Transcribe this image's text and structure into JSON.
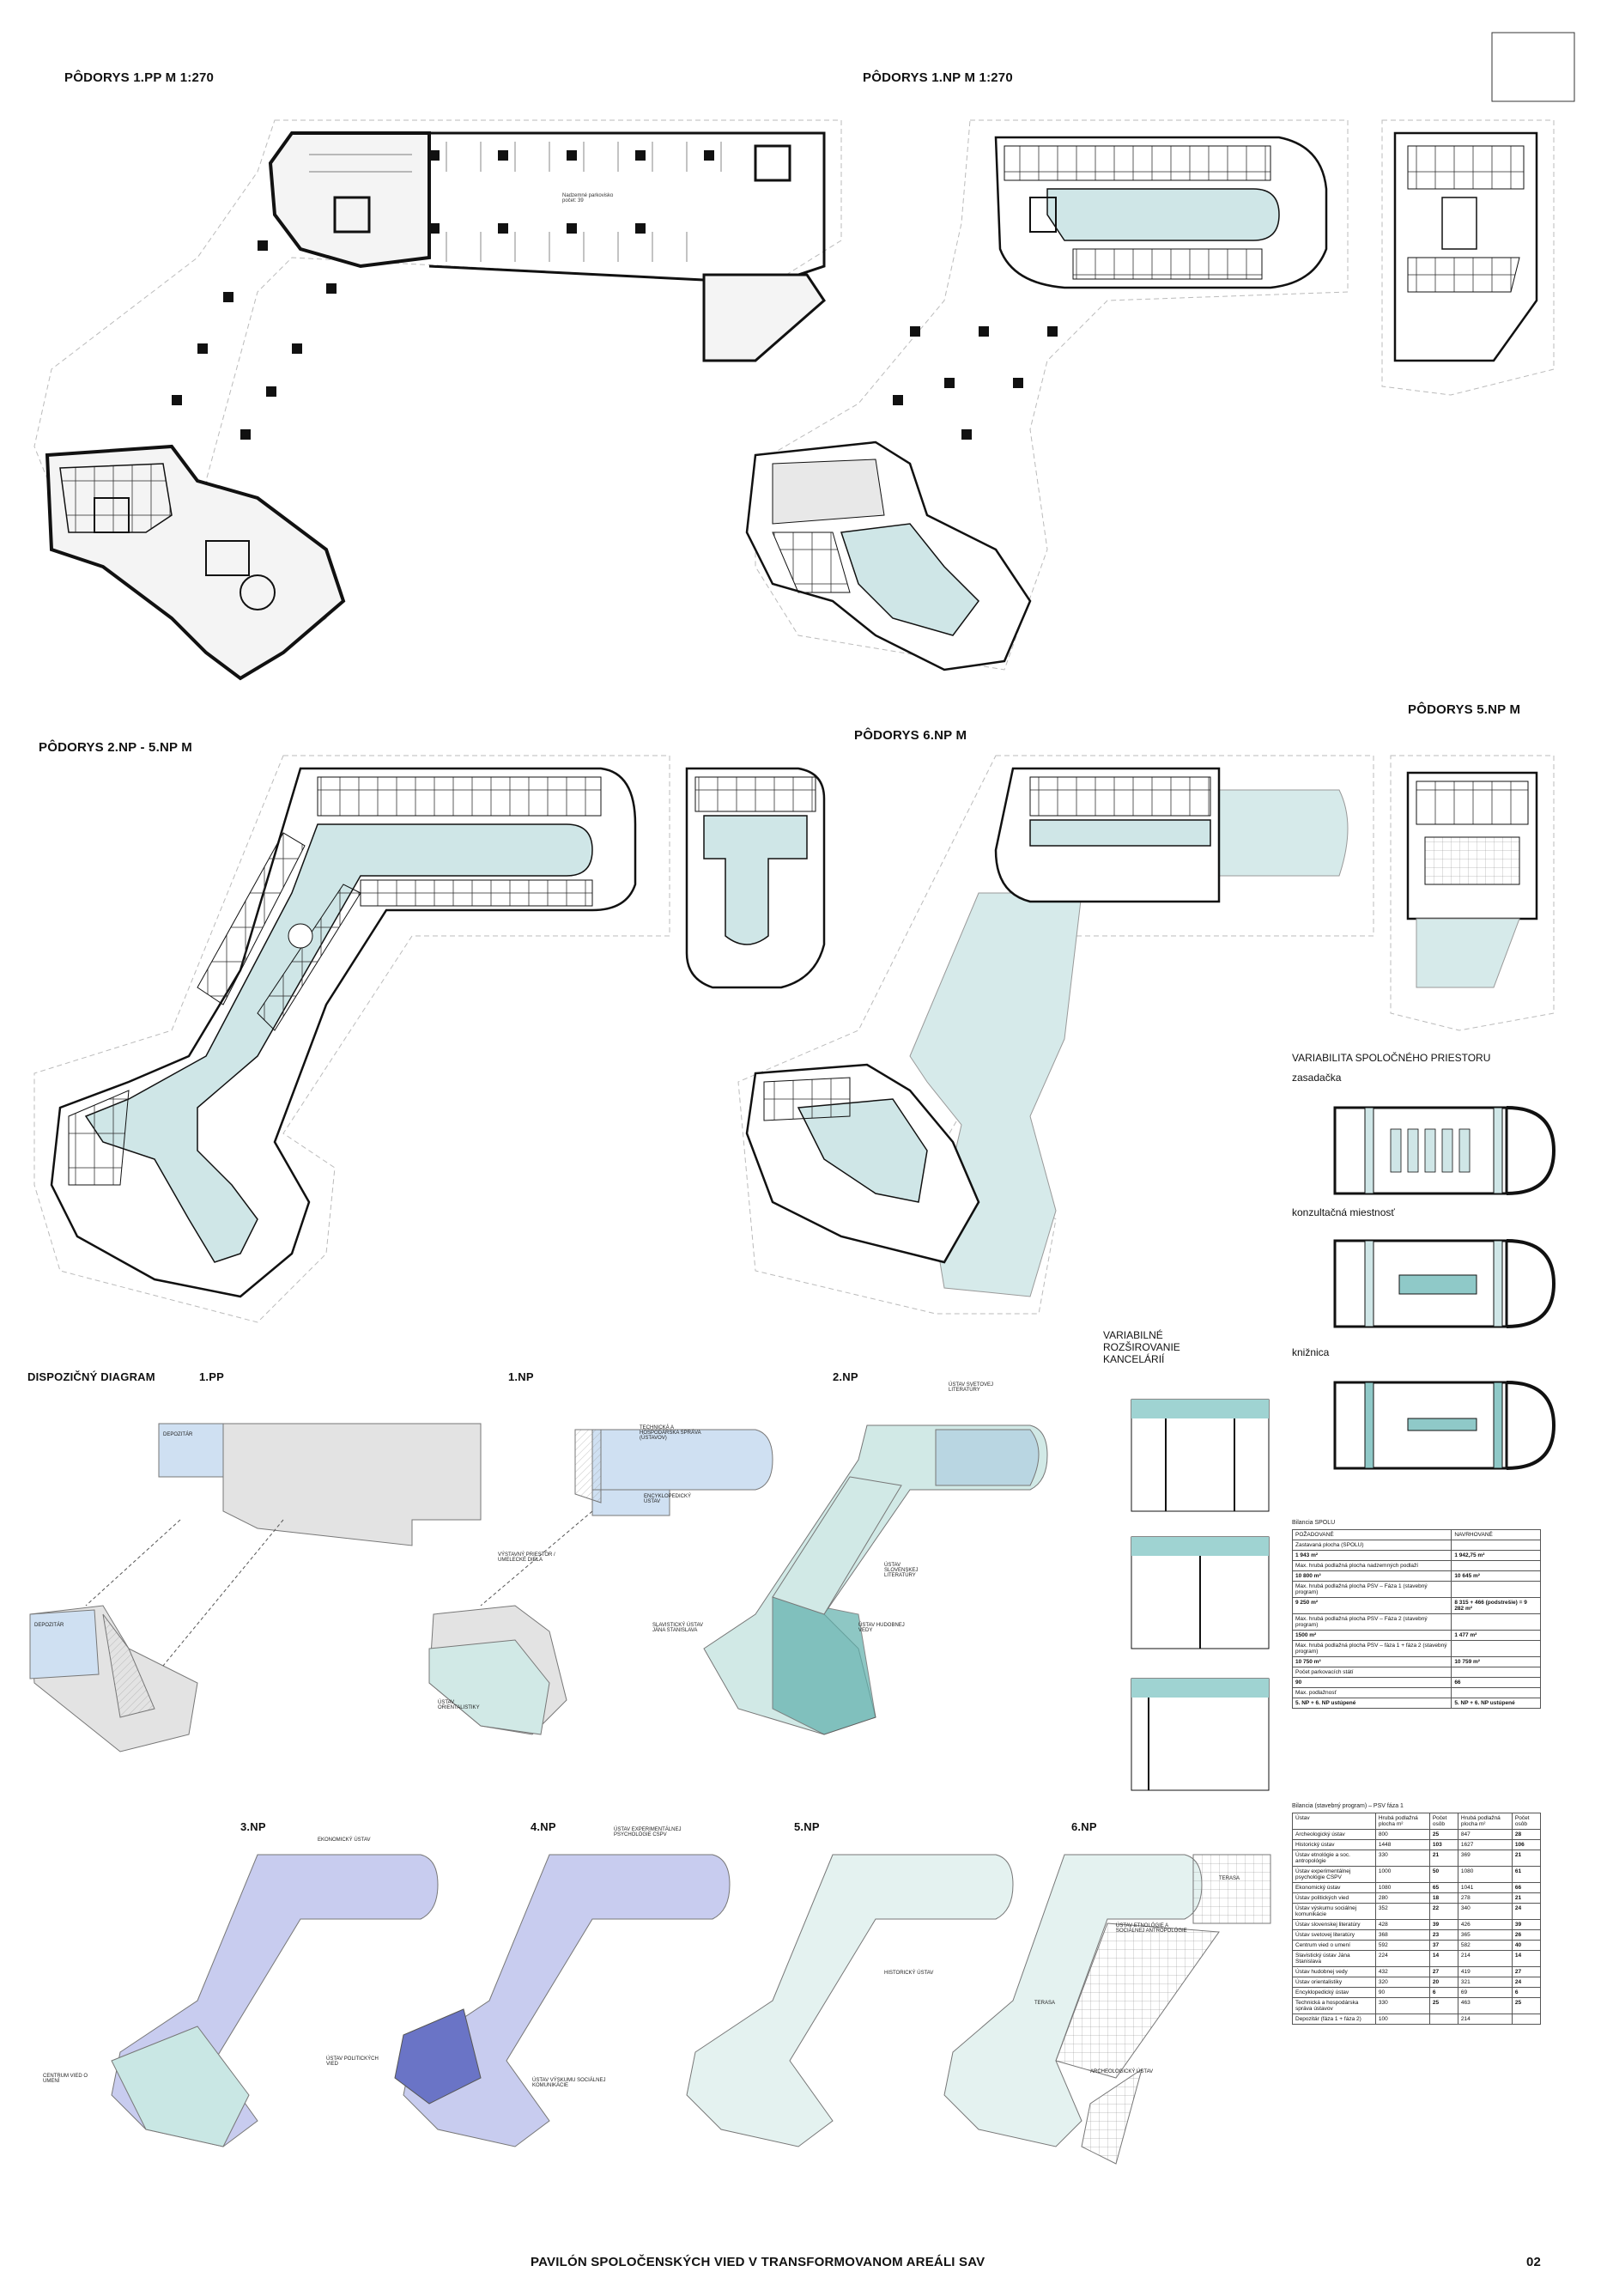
{
  "titles": {
    "p1pp": "PÔDORYS 1.PP M 1:270",
    "p1np": "PÔDORYS 1.NP M 1:270",
    "p2np": "PÔDORYS 2.NP - 5.NP M",
    "p6np": "PÔDORYS 6.NP M",
    "p5np": "PÔDORYS 5.NP M",
    "variab": "VARIABILITA SPOLOČNÉHO PRIESTORU",
    "var_rozs": "VARIABILNÉ ROZŠIROVANIE KANCELÁRIÍ",
    "dispo": "DISPOZIČNÝ DIAGRAM",
    "footer": "PAVILÓN SPOLOČENSKÝCH VIED V TRANSFORMOVANOM AREÁLI SAV",
    "page": "02"
  },
  "variants": [
    "zasadačka",
    "konzultačná miestnosť",
    "knižnica"
  ],
  "floors": [
    "1.PP",
    "1.NP",
    "2.NP",
    "3.NP",
    "4.NP",
    "5.NP",
    "6.NP"
  ],
  "parking": {
    "label": "Nadzemné parkovisko",
    "count": "počet: 39"
  },
  "diagram_labels": {
    "depozitar": "DEPOZITÁR",
    "technicka": "TECHNICKÁ A HOSPODÁRSKA SPRÁVA (ÚSTAVOV)",
    "encyklo": "ENCYKLOPEDICKÝ ÚSTAV",
    "vystavny": "VÝSTAVNÝ PRIESTOR / UMELECKÉ DIELA",
    "orient": "ÚSTAV ORIENTALISTIKY",
    "svet_lit": "ÚSTAV SVETOVEJ LITERATÚRY",
    "slov_lit": "ÚSTAV SLOVENSKEJ LITERATÚRY",
    "slavisticky": "SLAVISTICKÝ ÚSTAV JÁNA STANISLAVA",
    "hudobnej": "ÚSTAV HUDOBNEJ VEDY",
    "ekonomicky": "EKONOMICKÝ ÚSTAV",
    "centrum": "CENTRUM VIED O UMENÍ",
    "experim": "ÚSTAV EXPERIMENTÁLNEJ PSYCHOLÓGIE CSPV",
    "politickych": "ÚSTAV POLITICKÝCH VIED",
    "vyskum": "ÚSTAV VÝSKUMU SOCIÁLNEJ KOMUNIKÁCIE",
    "historicky": "HISTORICKÝ ÚSTAV",
    "etnologie": "ÚSTAV ETNOLÓGIE A SOCIÁLNEJ ANTROPOLÓGIE",
    "archeo": "ARCHEOLOGICKÝ ÚSTAV",
    "terasa": "TERASA"
  },
  "table1": {
    "title": "Bilancia SPOLU",
    "header": [
      "POŽADOVANÉ",
      "NAVRHOVANÉ"
    ],
    "rows": [
      [
        "Zastavaná plocha (SPOLU)",
        ""
      ],
      [
        "1 943 m²",
        "1 942,75 m²"
      ],
      [
        "Max. hrubá podlažná plocha nadzemných podlaží",
        ""
      ],
      [
        "10 800 m²",
        "10 645 m²"
      ],
      [
        "Max. hrubá podlažná plocha PSV – Fáza 1 (stavebný program)",
        ""
      ],
      [
        "9 250 m²",
        "8 315 + 466 (podstrešie) = 9 282 m²"
      ],
      [
        "Max. hrubá podlažná plocha PSV – Fáza 2 (stavebný program)",
        ""
      ],
      [
        "1500 m²",
        "1 477 m²"
      ],
      [
        "Max. hrubá podlažná plocha PSV – fáza 1 + fáza 2 (stavebný program)",
        ""
      ],
      [
        "10 750 m²",
        "10 759 m²"
      ],
      [
        "Počet parkovacích státí",
        ""
      ],
      [
        "90",
        "66"
      ],
      [
        "Max. podlažnosť",
        ""
      ],
      [
        "5. NP + 6. NP ustúpené",
        "5. NP + 6. NP ustúpené"
      ]
    ]
  },
  "table2": {
    "title": "Bilancia (stavebný program) – PSV fáza 1",
    "header": [
      "Ústav",
      "Hrubá podlažná plocha m²",
      "Počet osôb",
      "Hrubá podlažná plocha m²",
      "Počet osôb"
    ],
    "rows": [
      [
        "Archeologický ústav",
        "800",
        "25",
        "847",
        "28"
      ],
      [
        "Historický ústav",
        "1448",
        "103",
        "1627",
        "106"
      ],
      [
        "Ústav etnológie a soc. antropológie",
        "330",
        "21",
        "369",
        "21"
      ],
      [
        "Ústav experimentálnej psychológie CSPV",
        "1000",
        "50",
        "1080",
        "61"
      ],
      [
        "Ekonomický ústav",
        "1080",
        "65",
        "1041",
        "66"
      ],
      [
        "Ústav politických vied",
        "280",
        "18",
        "278",
        "21"
      ],
      [
        "Ústav výskumu sociálnej komunikácie",
        "352",
        "22",
        "340",
        "24"
      ],
      [
        "Ústav slovenskej literatúry",
        "428",
        "39",
        "426",
        "39"
      ],
      [
        "Ústav svetovej literatúry",
        "368",
        "23",
        "365",
        "26"
      ],
      [
        "Centrum vied o umení",
        "592",
        "37",
        "582",
        "40"
      ],
      [
        "Slavistický ústav Jána Stanislava",
        "224",
        "14",
        "214",
        "14"
      ],
      [
        "Ústav hudobnej vedy",
        "432",
        "27",
        "419",
        "27"
      ],
      [
        "Ústav orientalistiky",
        "320",
        "20",
        "321",
        "24"
      ],
      [
        "Encyklopedický ústav",
        "90",
        "6",
        "69",
        "6"
      ],
      [
        "Technická a hospodárska správa ústavov",
        "330",
        "25",
        "463",
        "25"
      ],
      [
        "Depozitár (fáza 1 + fáza 2)",
        "100",
        "",
        "214",
        ""
      ]
    ]
  }
}
